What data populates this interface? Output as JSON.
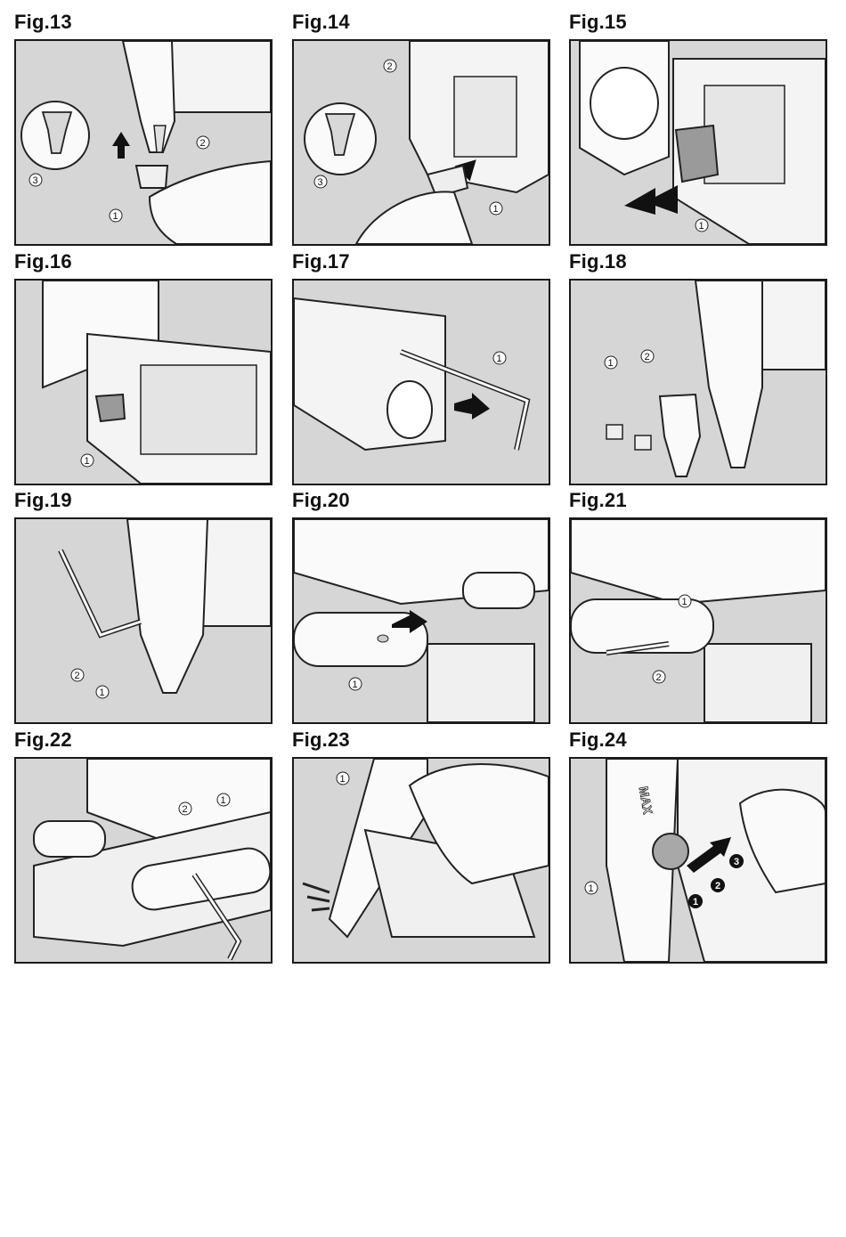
{
  "figures": [
    {
      "id": "fig13",
      "label": "Fig.13",
      "callouts": [
        "1",
        "2",
        "3"
      ]
    },
    {
      "id": "fig14",
      "label": "Fig.14",
      "callouts": [
        "1",
        "2",
        "3"
      ]
    },
    {
      "id": "fig15",
      "label": "Fig.15",
      "callouts": [
        "1"
      ]
    },
    {
      "id": "fig16",
      "label": "Fig.16",
      "callouts": [
        "1"
      ]
    },
    {
      "id": "fig17",
      "label": "Fig.17",
      "callouts": [
        "1"
      ]
    },
    {
      "id": "fig18",
      "label": "Fig.18",
      "callouts": [
        "1",
        "2"
      ]
    },
    {
      "id": "fig19",
      "label": "Fig.19",
      "callouts": [
        "1",
        "2"
      ]
    },
    {
      "id": "fig20",
      "label": "Fig.20",
      "callouts": [
        "1"
      ]
    },
    {
      "id": "fig21",
      "label": "Fig.21",
      "callouts": [
        "1",
        "2"
      ]
    },
    {
      "id": "fig22",
      "label": "Fig.22",
      "callouts": [
        "1",
        "2"
      ]
    },
    {
      "id": "fig23",
      "label": "Fig.23",
      "callouts": [
        "1"
      ]
    },
    {
      "id": "fig24",
      "label": "Fig.24",
      "callouts": [
        "1"
      ],
      "steps": [
        "1",
        "2",
        "3"
      ],
      "brand_text": "MAX"
    }
  ]
}
